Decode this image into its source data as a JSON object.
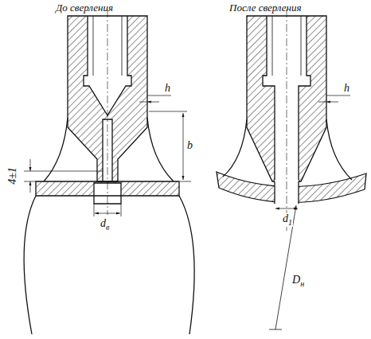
{
  "diagram": {
    "labels": [
      "До сверления",
      "После сверления",
      "h",
      "4±1",
      "b",
      "dв",
      "h",
      "d1",
      "Dн"
    ]
  }
}
